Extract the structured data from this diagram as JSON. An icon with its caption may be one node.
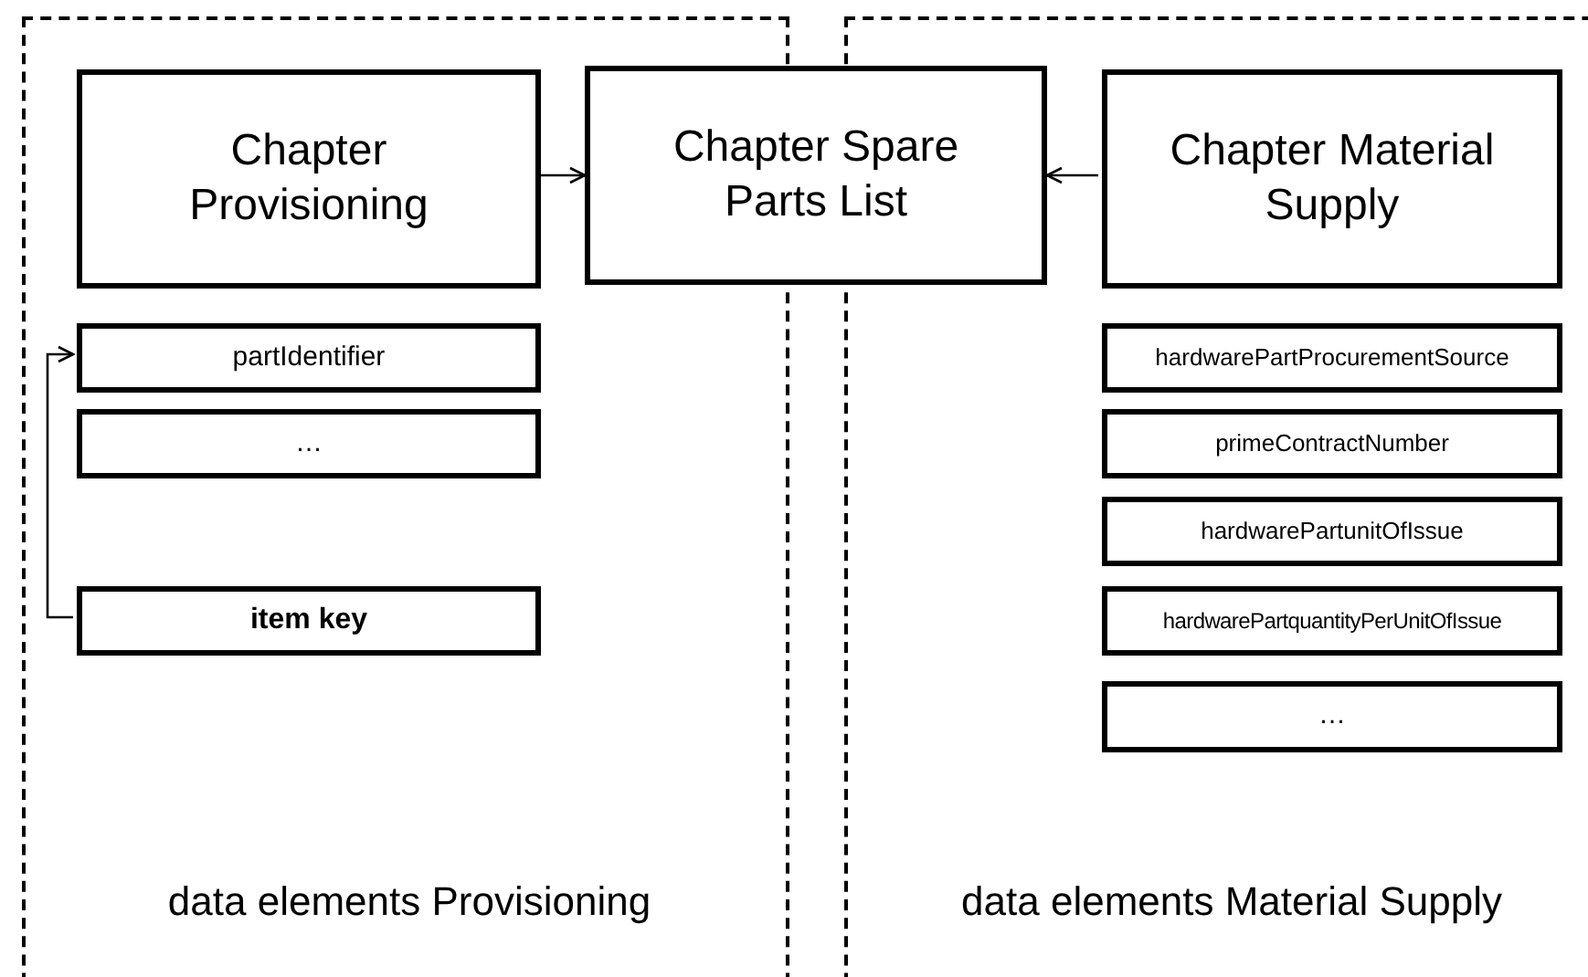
{
  "diagram": {
    "nodes": [
      {
        "text": [
          "data elements Provisioning"
        ]
      },
      {
        "text": [
          "Chapter Provisioning"
        ],
        "in": 0
      },
      {
        "text": [
          "partIdentifier"
        ],
        "in": 0
      },
      {
        "text": [
          "…"
        ],
        "in": 0
      },
      {
        "text": [
          "item key"
        ],
        "in": 0
      },
      {
        "text": [
          "Chapter Spare Parts List"
        ]
      },
      {
        "text": [
          "data elements Material Supply"
        ]
      },
      {
        "text": [
          "Chapter Material Supply"
        ],
        "in": 6
      },
      {
        "text": [
          "hardwarePartProcurementSource"
        ],
        "in": 6
      },
      {
        "text": [
          "primeContractNumber"
        ],
        "in": 6
      },
      {
        "text": [
          "hardwarePartunitOfIssue"
        ],
        "in": 6
      },
      {
        "text": [
          "hardwarePartquantityPerUnitOfIssue"
        ],
        "in": 6
      },
      {
        "text": [
          "…"
        ],
        "in": 6
      }
    ],
    "edges": [
      {
        "from": 1,
        "to": 5,
        "arrow": "to"
      },
      {
        "from": 7,
        "to": 5,
        "arrow": "to"
      },
      {
        "from": 4,
        "to": 2,
        "arrow": "to"
      }
    ]
  }
}
